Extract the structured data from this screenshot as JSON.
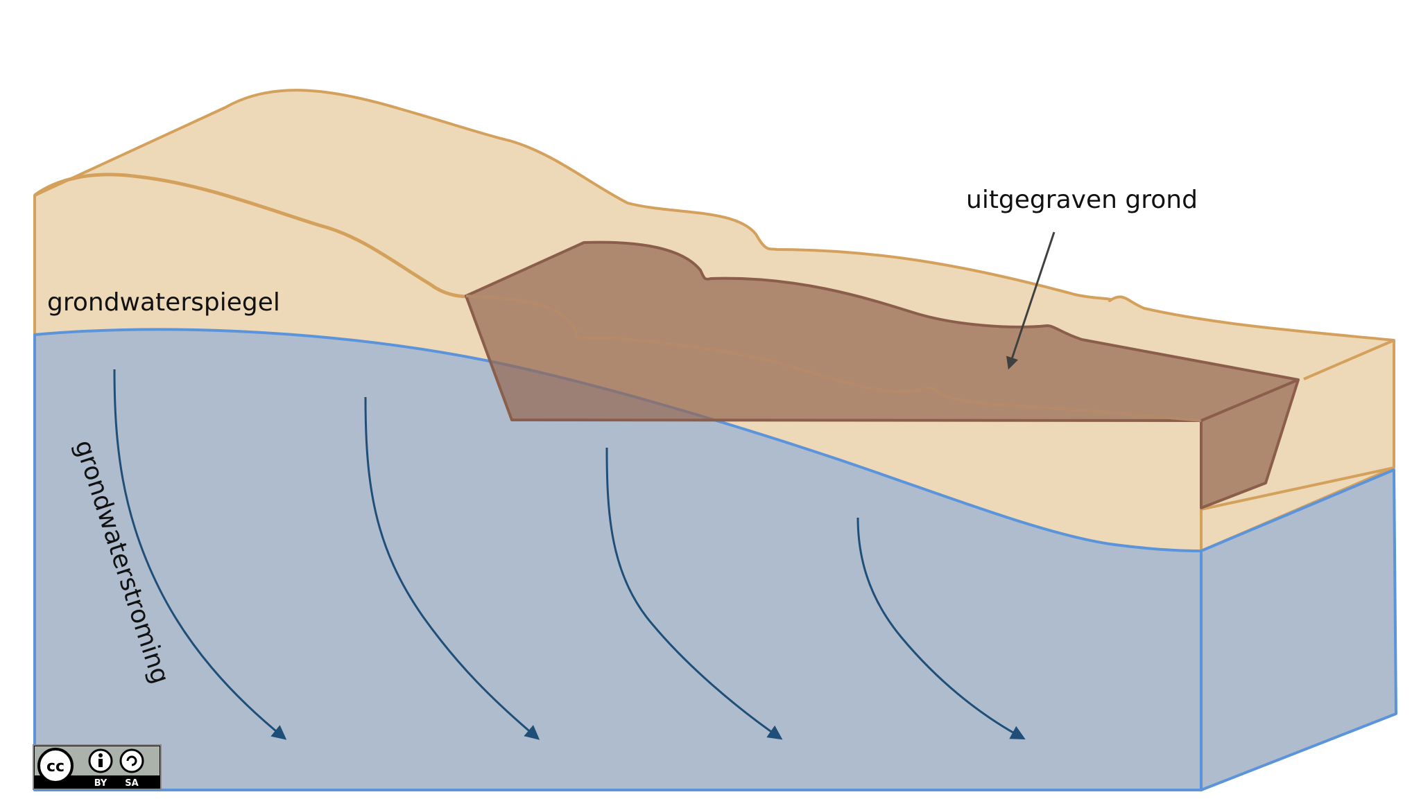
{
  "labels": {
    "water_table": "grondwaterspiegel",
    "groundwater_flow": "grondwaterstroming",
    "excavated_soil": "uitgegraven grond"
  },
  "license": {
    "cc": "cc",
    "by": "BY",
    "sa": "SA"
  },
  "colors": {
    "soil_fill": "#EDD9B8",
    "soil_stroke": "#D4A15C",
    "excavation_fill": "#A4806F",
    "excavation_stroke": "#8B5E4B",
    "water_fill": "#AEBCCD",
    "water_stroke": "#5B94DB",
    "flow_arrow": "#1F4E79",
    "annotation_arrow": "#404040"
  }
}
